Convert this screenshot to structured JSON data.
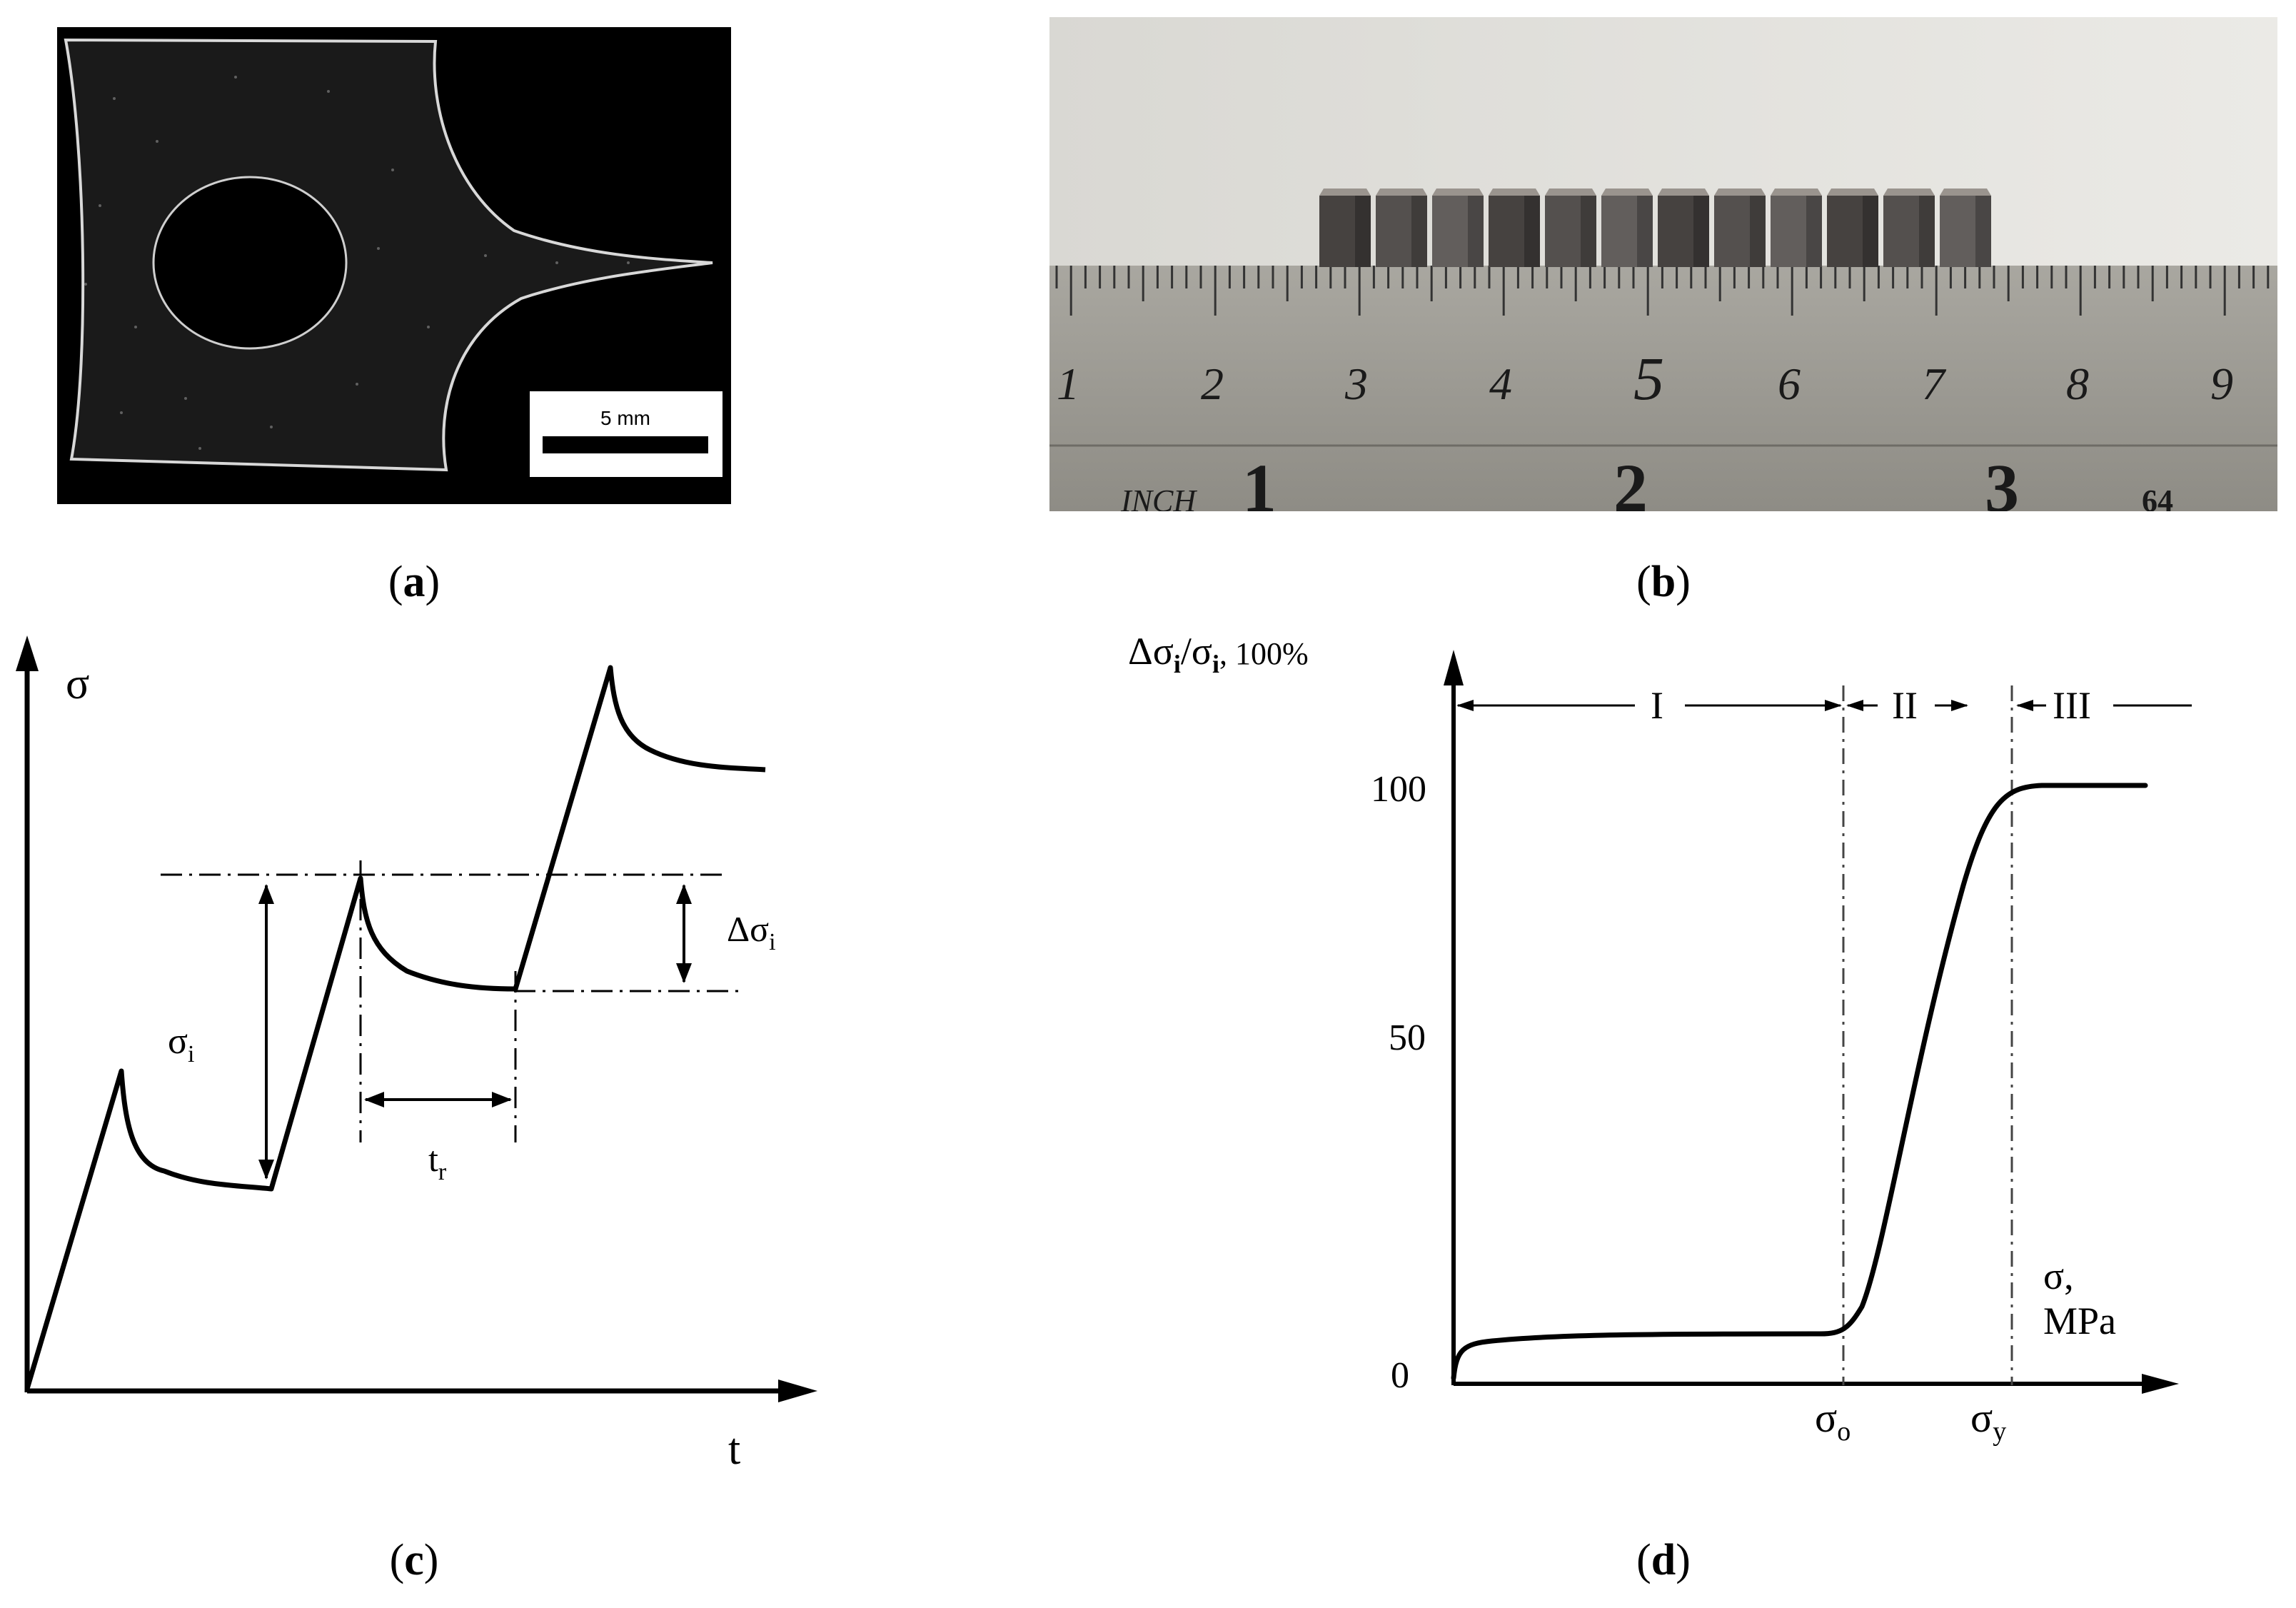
{
  "captions": {
    "a": {
      "open": "(",
      "letter": "a",
      "close": ")"
    },
    "b": {
      "open": "(",
      "letter": "b",
      "close": ")"
    },
    "c": {
      "open": "(",
      "letter": "c",
      "close": ")"
    },
    "d": {
      "open": "(",
      "letter": "d",
      "close": ")"
    }
  },
  "panel_a": {
    "scale_label": "5 mm",
    "background": "#000000"
  },
  "panel_b": {
    "ruler_cm": [
      "1",
      "2",
      "3",
      "4",
      "5",
      "6",
      "7",
      "8",
      "9"
    ],
    "ruler_inch_label": "INCH",
    "ruler_inch": [
      "1",
      "2",
      "3"
    ],
    "ruler_fraction": "64",
    "specimen_count": 12
  },
  "panel_c": {
    "y_label": "σ",
    "x_label": "t",
    "sigma_i": {
      "base": "σ",
      "sub": "i"
    },
    "delta_sigma_i": {
      "base": "Δσ",
      "sub": "i"
    },
    "t_r": {
      "base": "t",
      "sub": "r"
    }
  },
  "panel_d": {
    "y_label": {
      "part1": "Δσ",
      "sub1": "i",
      "part2": "/σ",
      "sub2": "i",
      "part3": ", 100%"
    },
    "x_label_line1": "σ,",
    "x_label_line2": "MPa",
    "y_ticks": [
      "100",
      "50",
      "0"
    ],
    "zone_labels": [
      "I",
      "II",
      "III"
    ],
    "sigma_o": {
      "base": "σ",
      "sub": "o"
    },
    "sigma_y": {
      "base": "σ",
      "sub": "y"
    }
  }
}
